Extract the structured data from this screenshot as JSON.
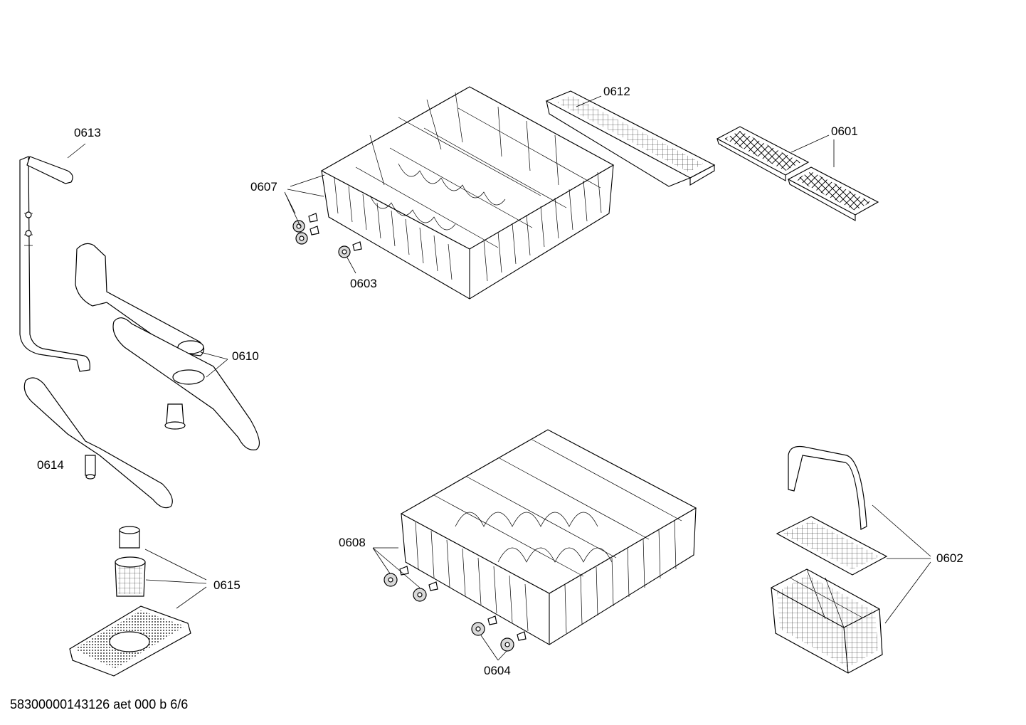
{
  "diagram": {
    "footer_code": "58300000143126 aet 000 b 6/6",
    "parts": [
      {
        "id": "0613"
      },
      {
        "id": "0607"
      },
      {
        "id": "0603"
      },
      {
        "id": "0612"
      },
      {
        "id": "0601"
      },
      {
        "id": "0610"
      },
      {
        "id": "0614"
      },
      {
        "id": "0615"
      },
      {
        "id": "0608"
      },
      {
        "id": "0604"
      },
      {
        "id": "0602"
      }
    ]
  }
}
